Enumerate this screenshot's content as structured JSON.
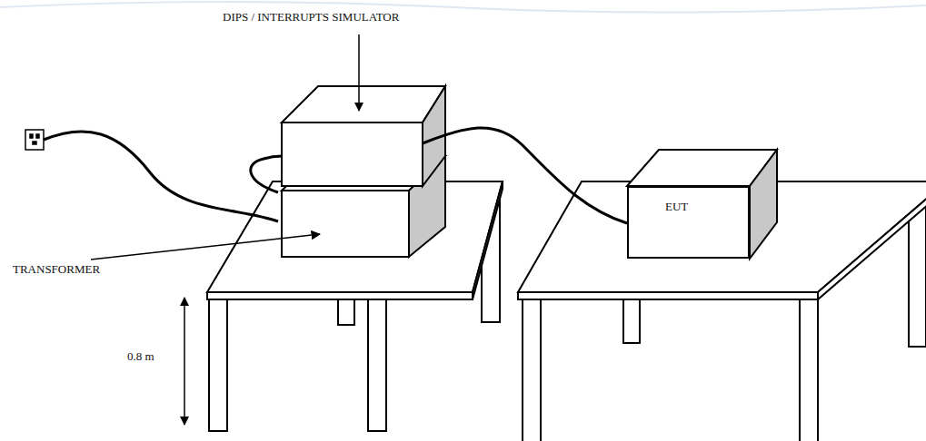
{
  "diagram": {
    "nodes": [
      {
        "text": [
          "EUT"
        ]
      }
    ],
    "labels": [
      "DIPS / INTERRUPTS SIMULATOR",
      "TRANSFORMER",
      "0.8 m"
    ]
  }
}
